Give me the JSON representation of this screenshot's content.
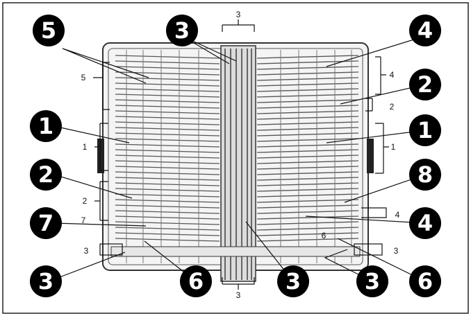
{
  "diagram": {
    "badges": [
      {
        "id": "badge-5-top-left",
        "label": "5"
      },
      {
        "id": "badge-3-top-center",
        "label": "3"
      },
      {
        "id": "badge-4-top-right",
        "label": "4"
      },
      {
        "id": "badge-1-left",
        "label": "1"
      },
      {
        "id": "badge-2-right-upper",
        "label": "2"
      },
      {
        "id": "badge-1-right",
        "label": "1"
      },
      {
        "id": "badge-2-left",
        "label": "2"
      },
      {
        "id": "badge-8-right",
        "label": "8"
      },
      {
        "id": "badge-7-left",
        "label": "7"
      },
      {
        "id": "badge-4-right-lower",
        "label": "4"
      },
      {
        "id": "badge-3-bottom-left",
        "label": "3"
      },
      {
        "id": "badge-6-bottom-left",
        "label": "6"
      },
      {
        "id": "badge-3-bottom-center",
        "label": "3"
      },
      {
        "id": "badge-3-bottom-right",
        "label": "3"
      },
      {
        "id": "badge-6-bottom-right",
        "label": "6"
      }
    ],
    "small_labels": [
      {
        "id": "label-3-top",
        "text": "3"
      },
      {
        "id": "label-5-left",
        "text": "5"
      },
      {
        "id": "label-4-right",
        "text": "4"
      },
      {
        "id": "label-2-right",
        "text": "2"
      },
      {
        "id": "label-1-left",
        "text": "1"
      },
      {
        "id": "label-1-right",
        "text": "1"
      },
      {
        "id": "label-2-left",
        "text": "2"
      },
      {
        "id": "label-4-right-lower",
        "text": "4"
      },
      {
        "id": "label-7-left",
        "text": "7"
      },
      {
        "id": "label-6-lower",
        "text": "6"
      },
      {
        "id": "label-3-left-lower",
        "text": "3"
      },
      {
        "id": "label-3-right-lower",
        "text": "3"
      },
      {
        "id": "label-3-bottom",
        "text": "3"
      }
    ]
  }
}
